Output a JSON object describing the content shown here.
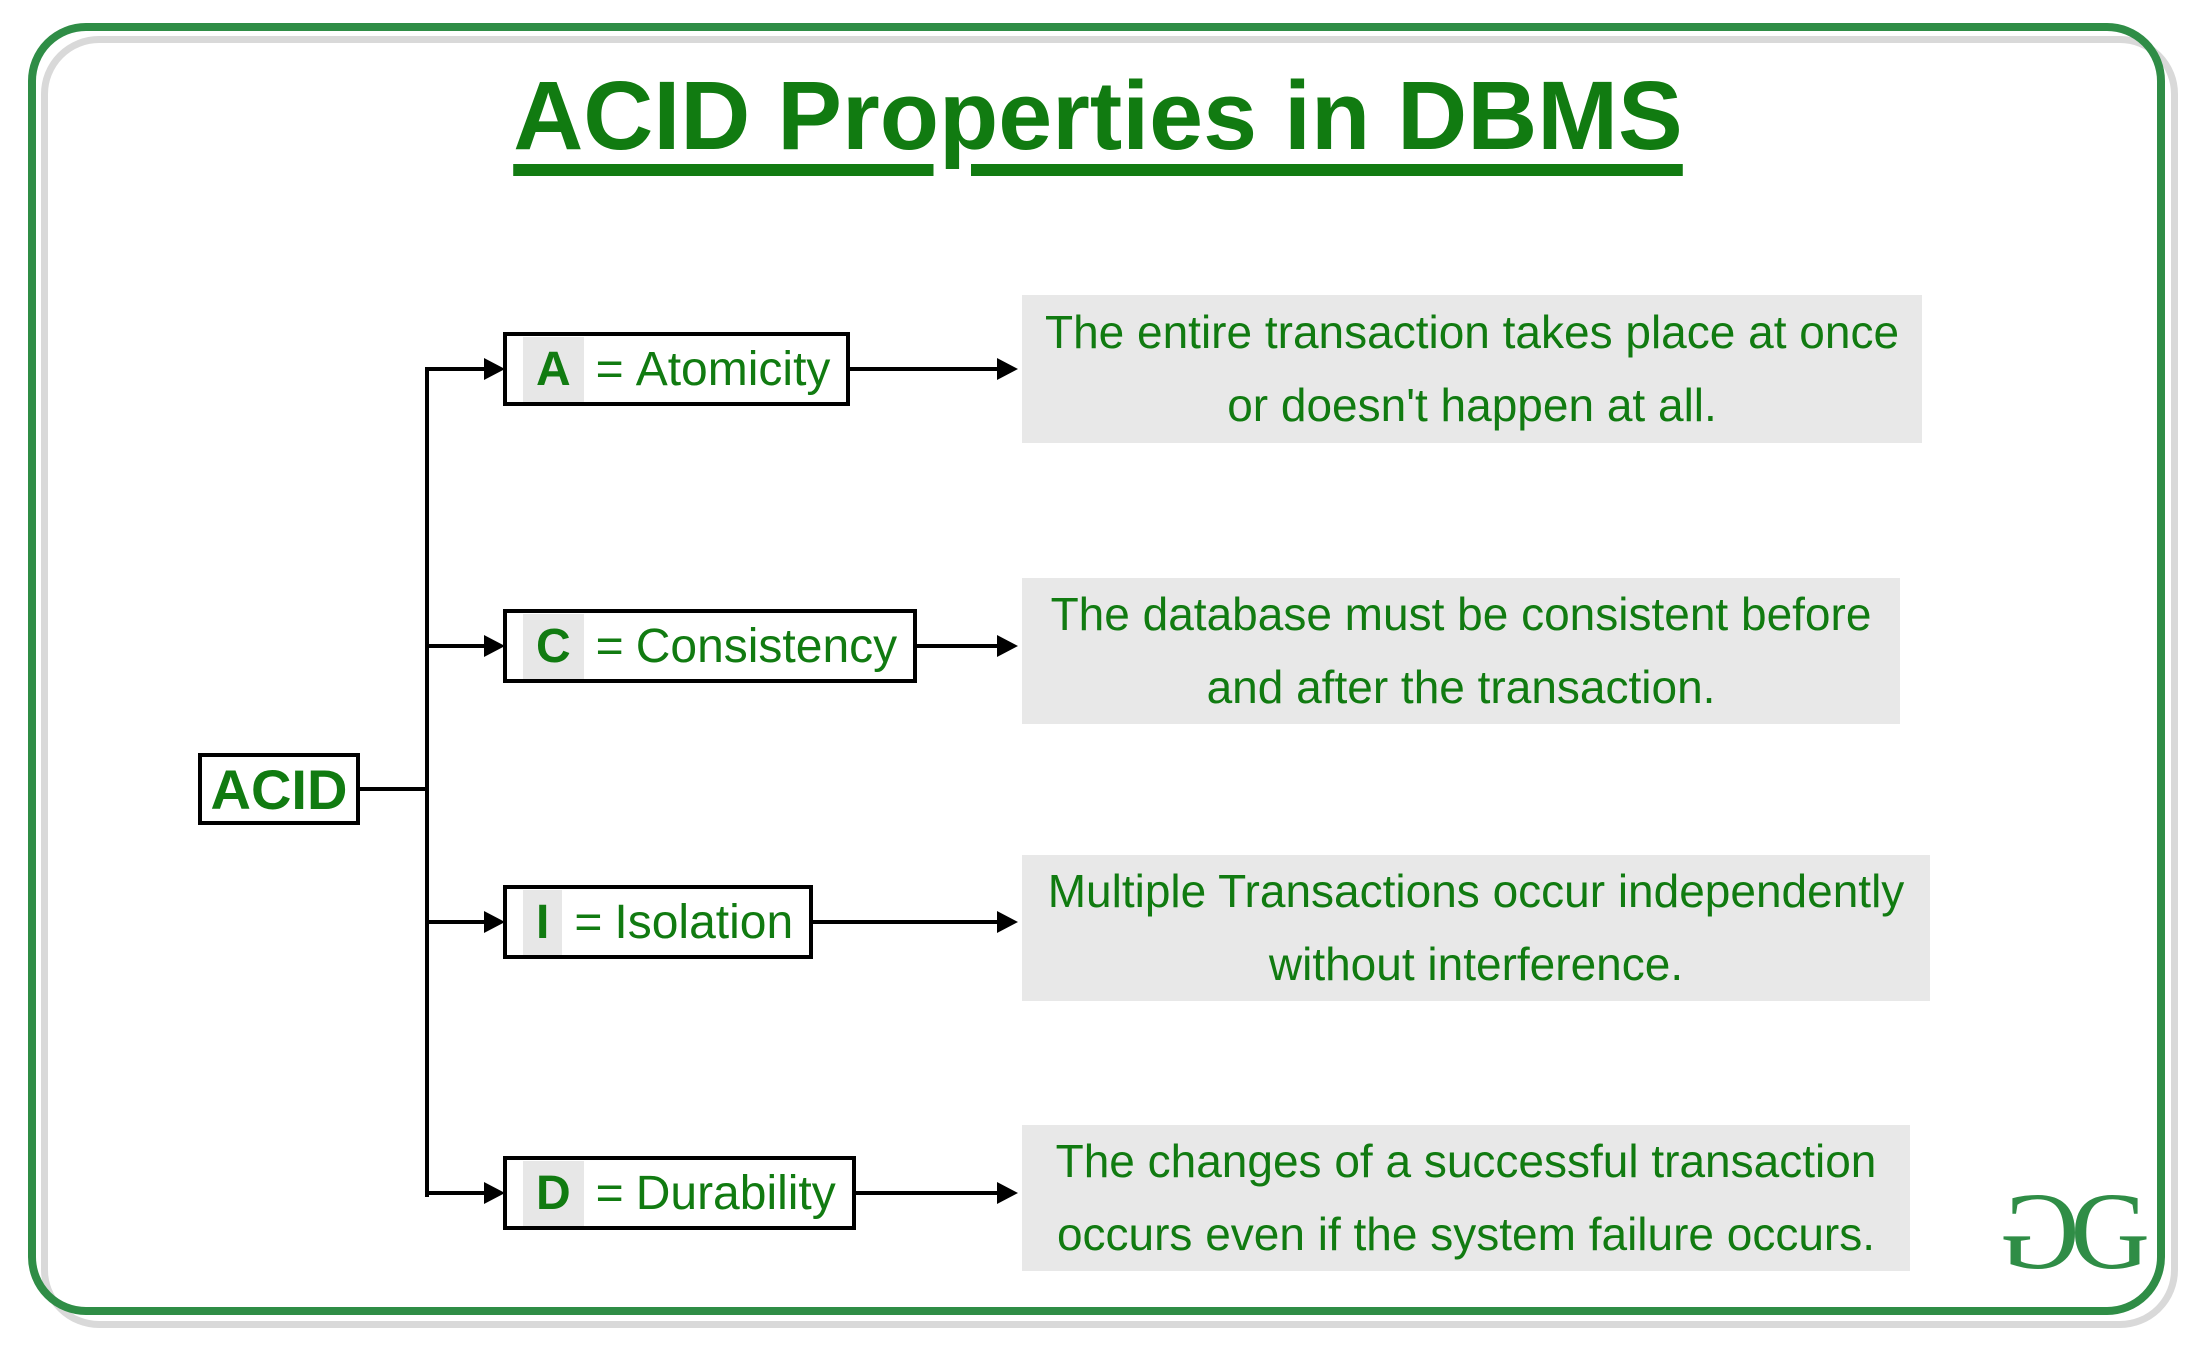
{
  "title": "ACID Properties in DBMS",
  "root_label": "ACID",
  "properties": [
    {
      "letter": "A",
      "equals": "=",
      "name": "Atomicity",
      "desc_line1": "The entire transaction takes place at once",
      "desc_line2": "or doesn't happen at all."
    },
    {
      "letter": "C",
      "equals": "=",
      "name": "Consistency",
      "desc_line1": "The database must be consistent before",
      "desc_line2": "and after the transaction."
    },
    {
      "letter": "I",
      "equals": "=",
      "name": "Isolation",
      "desc_line1": "Multiple Transactions occur independently",
      "desc_line2": "without interference."
    },
    {
      "letter": "D",
      "equals": "=",
      "name": "Durability",
      "desc_line1": "The changes of a successful transaction",
      "desc_line2": "occurs even if the system failure occurs."
    }
  ],
  "logo": {
    "g1": "G",
    "g2": "G"
  },
  "colors": {
    "text_green": "#117b11",
    "brand_green": "#2f8d46",
    "description_background": "#e8e8e8",
    "letter_highlight_background": "#e7e7e7",
    "connector_black": "#000000",
    "frame_gray": "#d9d9d9"
  }
}
